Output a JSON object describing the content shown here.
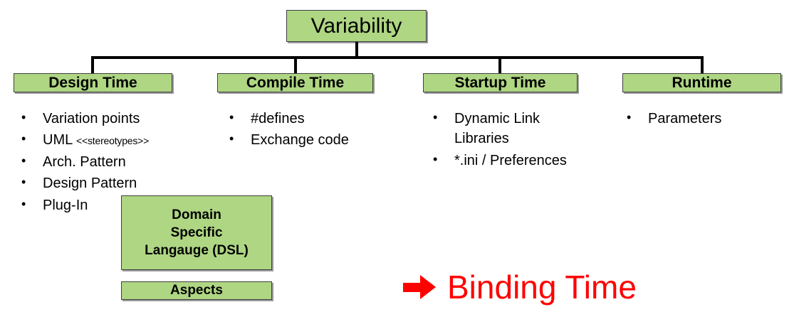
{
  "diagram": {
    "root": {
      "label": "Variability"
    },
    "branches": [
      {
        "header": "Design Time",
        "items": [
          {
            "text": "Variation points"
          },
          {
            "text": "UML ",
            "suffix": "<<stereotypes>>"
          },
          {
            "text": "Arch. Pattern"
          },
          {
            "text": "Design Pattern"
          },
          {
            "text": "Plug-In"
          }
        ]
      },
      {
        "header": "Compile Time",
        "items": [
          {
            "text": "#defines"
          },
          {
            "text": "Exchange code"
          }
        ]
      },
      {
        "header": "Startup Time",
        "items": [
          {
            "text": "Dynamic Link Libraries"
          },
          {
            "text": "*.ini / Preferences"
          }
        ]
      },
      {
        "header": "Runtime",
        "items": [
          {
            "text": "Parameters"
          }
        ]
      }
    ],
    "extra_boxes": [
      {
        "line1": "Domain",
        "line2": "Specific",
        "line3": "Langauge (DSL)"
      },
      {
        "label": "Aspects"
      }
    ],
    "callout": {
      "arrow": "right-arrow-icon",
      "label": "Binding Time"
    },
    "bullet_glyph": "•",
    "colors": {
      "box_fill": "#AFD683",
      "box_border": "#3f3f3f",
      "text": "#000000",
      "callout": "#FF0000",
      "connector": "#000000"
    }
  }
}
